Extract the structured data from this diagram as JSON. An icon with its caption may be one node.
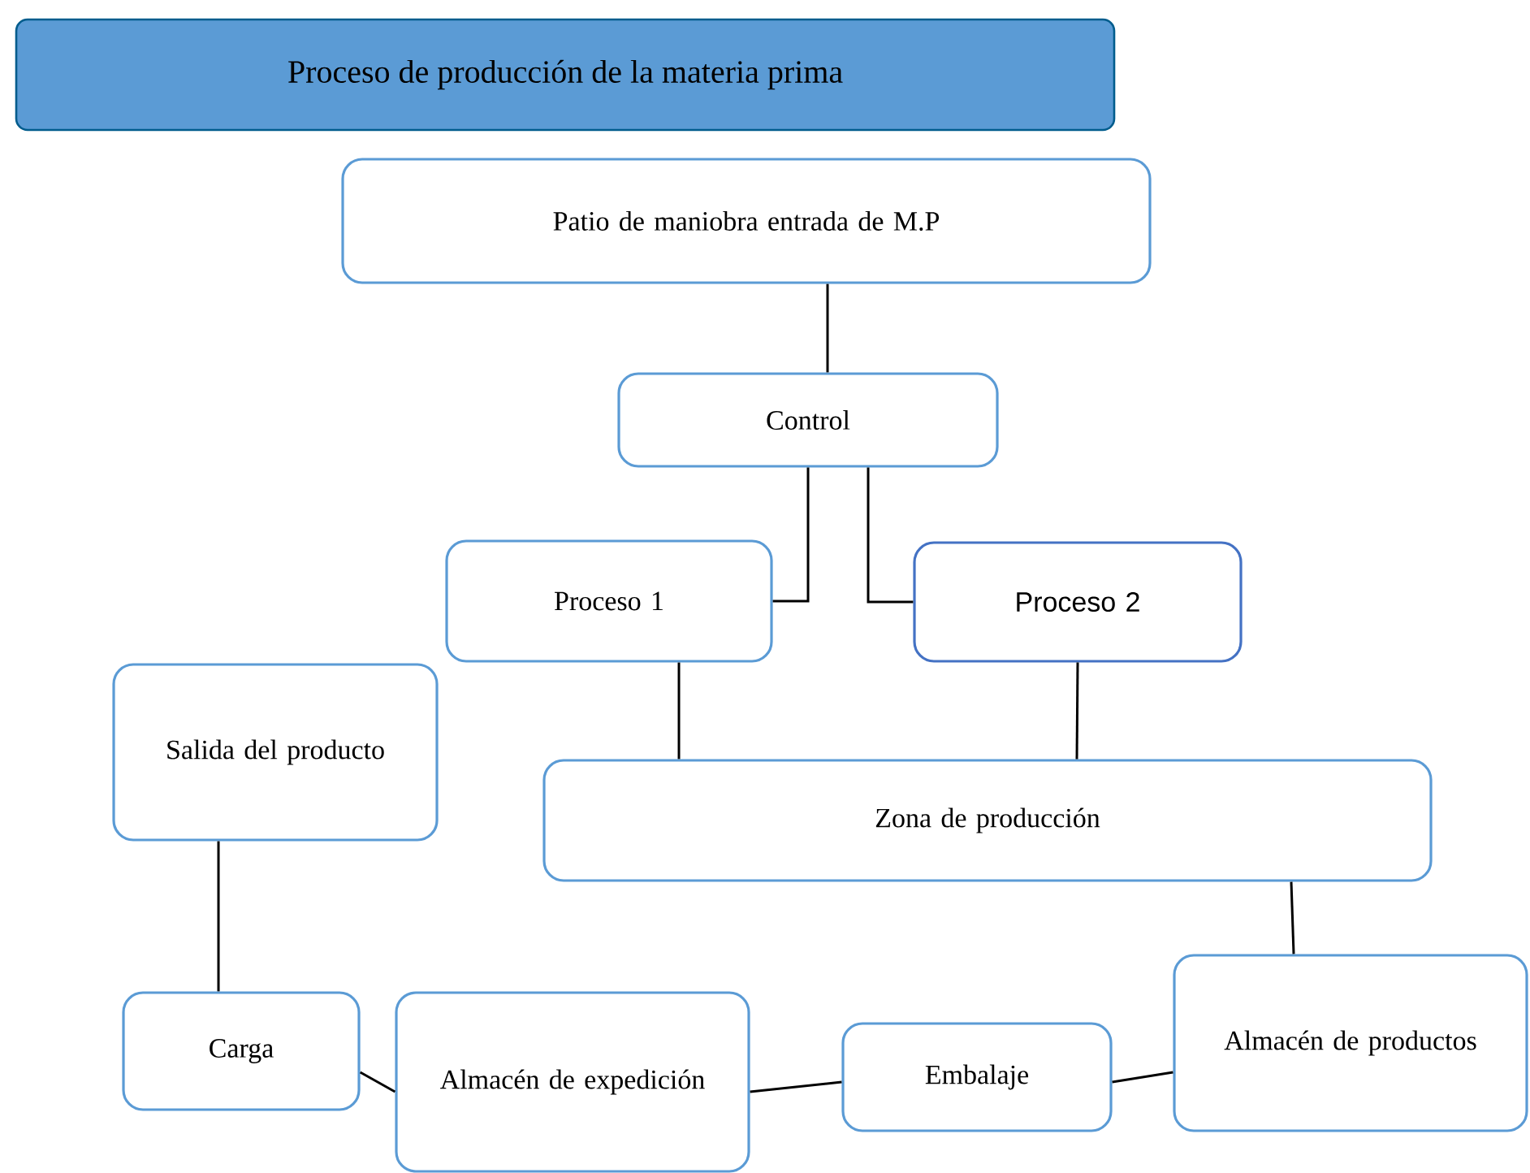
{
  "diagram": {
    "title": "Proceso de producción de la materia prima",
    "nodes": [
      {
        "text": [
          "Patio de maniobra entrada de M.P"
        ]
      },
      {
        "text": [
          "Control"
        ]
      },
      {
        "text": [
          "Proceso 1"
        ]
      },
      {
        "text": [
          "Proceso 2"
        ]
      },
      {
        "text": [
          "Salida del producto"
        ]
      },
      {
        "text": [
          "Zona de producción"
        ]
      },
      {
        "text": [
          "Carga"
        ]
      },
      {
        "text": [
          "Almacén de expedición"
        ]
      },
      {
        "text": [
          "Embalaje"
        ]
      },
      {
        "text": [
          "Almacén de productos"
        ]
      }
    ],
    "edges": [
      {
        "from": 0,
        "to": 1,
        "arrow": "none"
      },
      {
        "from": 1,
        "to": 2,
        "arrow": "none"
      },
      {
        "from": 1,
        "to": 3,
        "arrow": "none"
      },
      {
        "from": 2,
        "to": 5,
        "arrow": "none"
      },
      {
        "from": 3,
        "to": 5,
        "arrow": "none"
      },
      {
        "from": 5,
        "to": 9,
        "arrow": "none"
      },
      {
        "from": 4,
        "to": 6,
        "arrow": "none"
      },
      {
        "from": 6,
        "to": 7,
        "arrow": "none"
      },
      {
        "from": 7,
        "to": 8,
        "arrow": "none"
      },
      {
        "from": 8,
        "to": 9,
        "arrow": "none"
      }
    ]
  }
}
